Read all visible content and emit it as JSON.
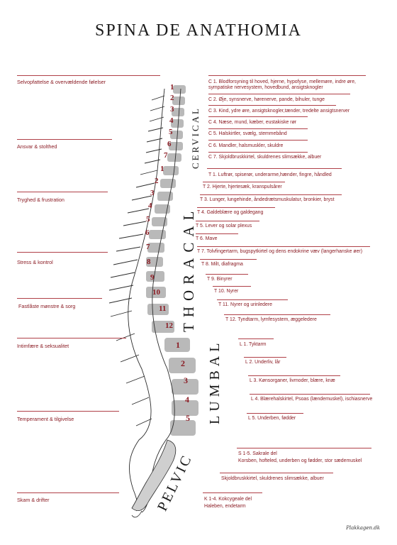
{
  "title": "SPINA DE ANATHOMIA",
  "left_labels": [
    "Selvopfattelse & overvældende følelser",
    "Ansvar & stolthed",
    "Tryghed & frustration",
    "Stress & kontrol",
    "Fastlåste mønstre & sorg",
    "Intimfære & seksualitet",
    "Temperament & tilgivelse",
    "Skam & drifter"
  ],
  "cervical": [
    "C 1.  Blodforsyning til hoved, hjerne, hypofyse, mellemøre, indre øre, sympatiske nervesystem, hovedbund, ansigtsknogler",
    "C 2.  Øje, synsnerve, hørenerve, pande, bihuler, tunge",
    "C 3.  Kind, ydre øre, ansigtsknogler,tænder, tredelte ansigtsnerver",
    "C 4.  Næse, mund, kæber, eustakiske rør",
    "C 5.  Halskirtler, svælg, stemmebånd",
    "C 6.  Mandler, halsmuskler, skuldre",
    "C 7.  Skjoldbruskkirtel, skuldrenes slimsække, albuer"
  ],
  "thoracal": [
    "T 1.  Luftrør, spiserør, underarme,hænder, fingre, håndled",
    "T 2.  Hjerte, hjertesæk, kranspulsårer",
    "T 3.  Lunger, lungehinde, åndedrætsmuskulatur, bronkier, bryst",
    "T 4.  Galdeblære og galdegang",
    "T 5.  Lever og solar plexus",
    "T 6.  Mave",
    "T 7.  Tolvfingertarm, bugspytkirtel og dens endokrine væv (langerhanske øer)",
    "T 8.  Milt, diafragma",
    "T 9.  Binyrer",
    "T 10.  Nyrer",
    "T 11.  Nyrer og urinledere",
    "T 12.  Tyndtarm, lymfesystem, æggeledere"
  ],
  "lumbal": [
    "L 1.  Tyktarm",
    "L 2.  Underliv, lår",
    "L 3.  Kønsorganer, livmoder, blære, knæ",
    "L 4.  Blærehalskirtel, Psoas (lændemuskel), ischiasnerve",
    "L 5.  Underben, fødder"
  ],
  "sacral": [
    "S 1-5.  Sakrale del",
    "Korsben, hofteled, underben og fødder, stor sædemuskel",
    "Skjoldbruskkirtel, skuldrenes slimsække, albuer"
  ],
  "coccyx": [
    "K 1-4.  Kokcygeale del",
    "Haleben, endetarm"
  ],
  "region_labels": {
    "cervical": "CERVICAL",
    "thoracal": "THORACAL",
    "lumbal": "LUMBAL",
    "pelvic": "PELVIC"
  },
  "numbers": {
    "cervical": [
      "1",
      "2",
      "3",
      "4",
      "5",
      "6",
      "7"
    ],
    "thoracal": [
      "1",
      "2",
      "3",
      "4",
      "5",
      "6",
      "7",
      "8",
      "9",
      "10",
      "11",
      "12"
    ],
    "lumbal": [
      "1",
      "2",
      "3",
      "4",
      "5"
    ]
  },
  "signature": "Plakkagen.dk",
  "colors": {
    "accent": "#8b1c24",
    "line": "#b04048",
    "ink": "#1a1a1a"
  }
}
